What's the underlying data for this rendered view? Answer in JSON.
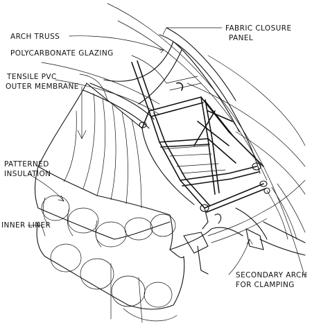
{
  "labels": {
    "arch_truss": "ARCH TRUSS",
    "polycarbonate_glazing": "POLYCARBONATE GLAZING",
    "tensile_pvc_line1": "TENSILE PVC",
    "tensile_pvc_line2": "OUTER MEMBRANE",
    "fabric_closure_line1": "FABRIC CLOSURE",
    "fabric_closure_line2": "PANEL",
    "patterned_insulation_line1": "PATTERNED",
    "patterned_insulation_line2": "INSULATION",
    "inner_liner": "INNER LINER",
    "secondary_arch_line1": "SECONDARY ARCH",
    "secondary_arch_line2": "FOR CLAMPING"
  },
  "colors": {
    "ink": "#111111",
    "paper": "#ffffff"
  }
}
